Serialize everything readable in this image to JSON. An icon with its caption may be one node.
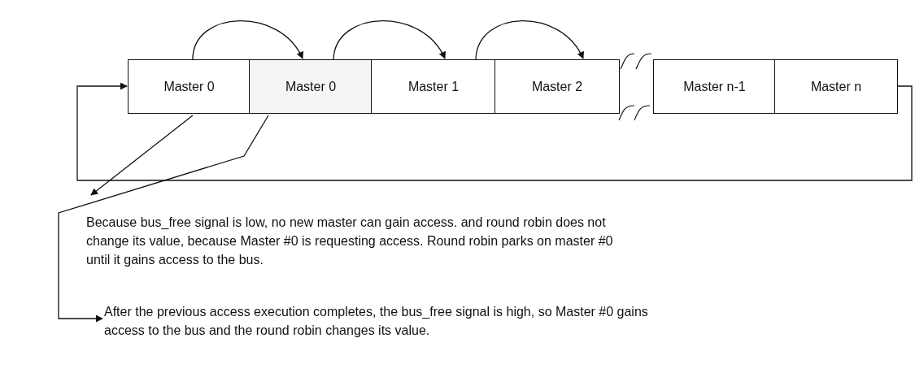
{
  "diagram": {
    "nodes": [
      {
        "text": [
          "Master 0"
        ]
      },
      {
        "text": [
          "Master 0"
        ]
      },
      {
        "text": [
          "Master 1"
        ]
      },
      {
        "text": [
          "Master 2"
        ]
      },
      {
        "text": [
          "Master n-1"
        ]
      },
      {
        "text": [
          "Master n"
        ]
      },
      {
        "text": [
          "Because bus_free signal is low, no new master can gain access. and round robin does not change its value, because Master #0 is requesting access. Round robin parks on master #0 until it gains access to the bus."
        ]
      },
      {
        "text": [
          "After the previous access execution completes, the bus_free signal is high, so Master #0 gains access to the bus and the round robin changes its value."
        ]
      }
    ],
    "edges": [
      {
        "from": 0,
        "to": 1,
        "arrow": "to"
      },
      {
        "from": 1,
        "to": 2,
        "arrow": "to"
      },
      {
        "from": 2,
        "to": 3,
        "arrow": "to"
      },
      {
        "from": 5,
        "to": 0,
        "arrow": "to"
      },
      {
        "from": 0,
        "to": 6,
        "arrow": "to"
      },
      {
        "from": 1,
        "to": 7,
        "arrow": "to"
      }
    ]
  }
}
